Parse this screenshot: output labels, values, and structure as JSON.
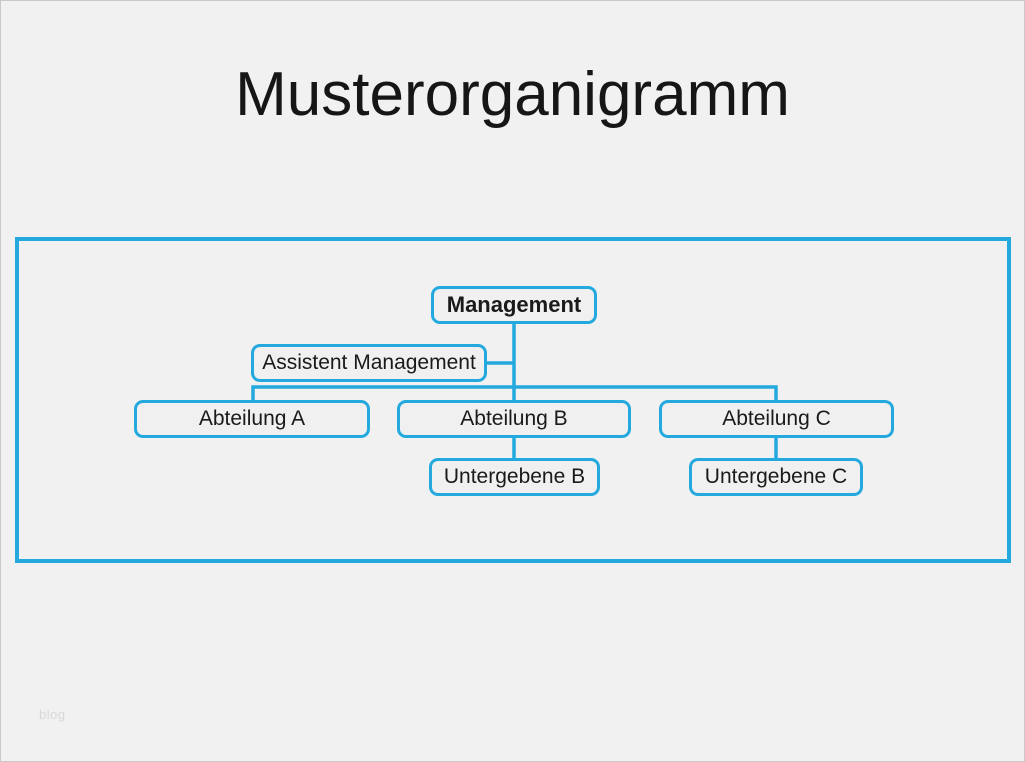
{
  "page": {
    "title": "Musterorganigramm",
    "watermark": "blog"
  },
  "colors": {
    "accent": "#24a9de",
    "background": "#f1f1f2",
    "node_fill": "#f0f0f1",
    "text": "#1a1a1a",
    "watermark_text": "#d8d8d8"
  },
  "org_chart": {
    "nodes": [
      {
        "id": "management",
        "label": "Management",
        "level": 1,
        "reports_to": null,
        "emphasis": "bold"
      },
      {
        "id": "assistent-management",
        "label": "Assistent Management",
        "level": 2,
        "reports_to": "management",
        "role": "assistant"
      },
      {
        "id": "abteilung-a",
        "label": "Abteilung A",
        "level": 2,
        "reports_to": "management"
      },
      {
        "id": "abteilung-b",
        "label": "Abteilung B",
        "level": 2,
        "reports_to": "management"
      },
      {
        "id": "abteilung-c",
        "label": "Abteilung C",
        "level": 2,
        "reports_to": "management"
      },
      {
        "id": "untergebene-b",
        "label": "Untergebene B",
        "level": 3,
        "reports_to": "abteilung-b"
      },
      {
        "id": "untergebene-c",
        "label": "Untergebene C",
        "level": 3,
        "reports_to": "abteilung-c"
      }
    ]
  }
}
